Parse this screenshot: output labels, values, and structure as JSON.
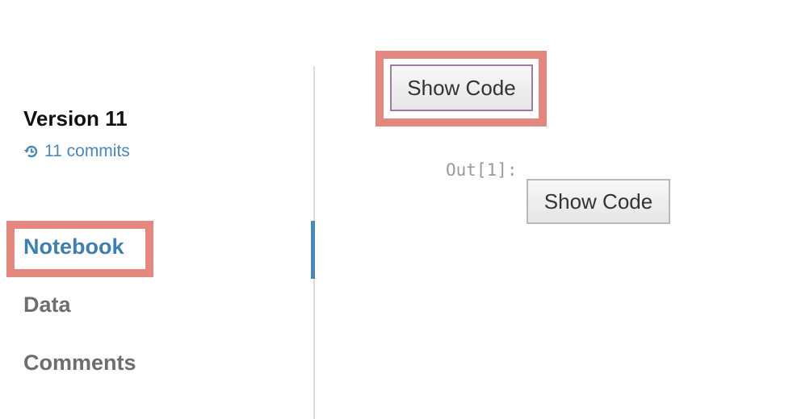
{
  "sidebar": {
    "version_title": "Version 11",
    "commits_label": "11 commits",
    "nav": [
      {
        "label": "Notebook",
        "active": true
      },
      {
        "label": "Data",
        "active": false
      },
      {
        "label": "Comments",
        "active": false
      }
    ]
  },
  "main": {
    "show_code_label": "Show Code",
    "output_prompt": "Out[1]:",
    "output_show_code_label": "Show Code"
  },
  "colors": {
    "accent": "#4a88b7",
    "highlight": "#e4877e"
  }
}
